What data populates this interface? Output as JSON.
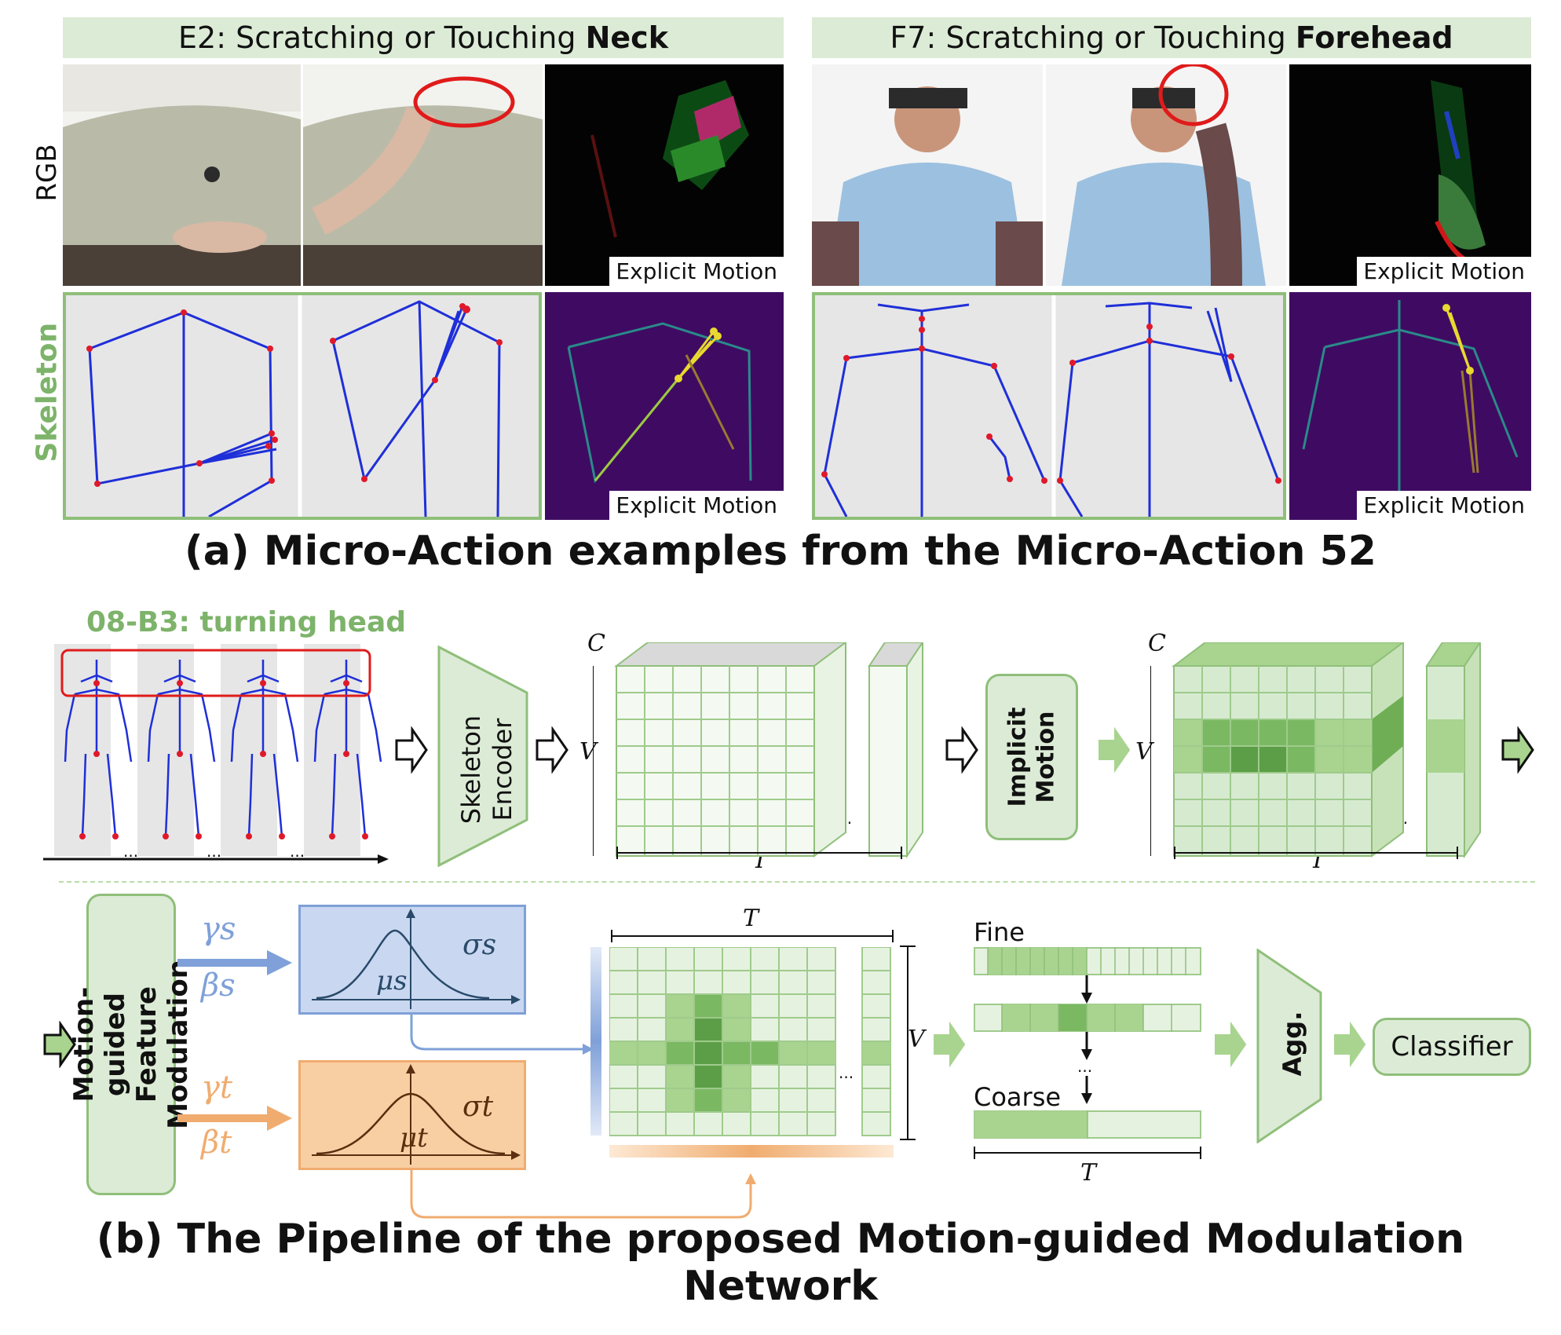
{
  "part_a": {
    "left_header": {
      "prefix": "E2: Scratching or Touching ",
      "bold": "Neck"
    },
    "right_header": {
      "prefix": "F7: Scratching or Touching ",
      "bold": "Forehead"
    },
    "row_labels": {
      "rgb": "RGB",
      "skeleton": "Skeleton"
    },
    "motion_tag": "Explicit Motion",
    "caption": "(a)  Micro-Action examples from the Micro-Action 52"
  },
  "part_b": {
    "example_label": "08-B3: turning head",
    "encoder_label": "Skeleton Encoder",
    "implicit_label": "Implicit Motion",
    "mfm_label": "Motion-guided Feature Modulation",
    "axis_c": "C",
    "axis_v": "V",
    "axis_t": "T",
    "ellipsis": "...",
    "gamma_s": "γs",
    "beta_s": "βs",
    "gamma_t": "γt",
    "beta_t": "βt",
    "sigma_s": "σs",
    "sigma_t": "σt",
    "mu_s": "μs",
    "mu_t": "μt",
    "fine": "Fine",
    "coarse": "Coarse",
    "agg": "Agg.",
    "classifier": "Classifier",
    "caption": "(b) The Pipeline of the proposed Motion-guided Modulation Network"
  },
  "colors": {
    "green_light": "#dcebd6",
    "green_border": "#8fbf7a",
    "blue_box": "#c9d8f0",
    "orange_box": "#f8cfa3",
    "skeleton_blue": "#1f2fd8",
    "joint_red": "#e0192a",
    "heatmap_purple": "#3f0b62"
  }
}
